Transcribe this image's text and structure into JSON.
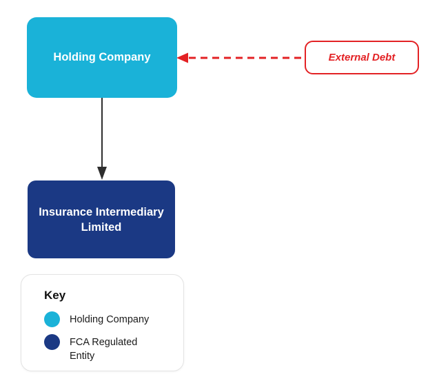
{
  "colors": {
    "holding_cyan": "#1ab2d8",
    "fca_navy": "#1b3984",
    "debt_red": "#e32124",
    "arrow_dark": "#2e2e2e"
  },
  "nodes": {
    "holding": {
      "label": "Holding Company"
    },
    "insurance": {
      "label": "Insurance Intermediary Limited"
    },
    "external_debt": {
      "label": "External Debt"
    }
  },
  "key": {
    "title": "Key",
    "items": [
      {
        "label": "Holding Company",
        "color": "#1ab2d8"
      },
      {
        "label": "FCA Regulated Entity",
        "color": "#1b3984"
      }
    ]
  }
}
